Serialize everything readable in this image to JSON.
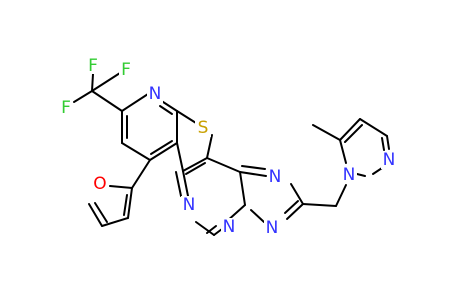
{
  "colors": {
    "carbon_bonds": "#000000",
    "nitrogen": "#3333ff",
    "sulfur": "#c8a000",
    "oxygen": "#ff0000",
    "fluorine": "#33cc33",
    "background": "#ffffff"
  },
  "atom_labels": {
    "fluorine": "F",
    "nitrogen": "N",
    "sulfur": "S",
    "oxygen": "O"
  }
}
